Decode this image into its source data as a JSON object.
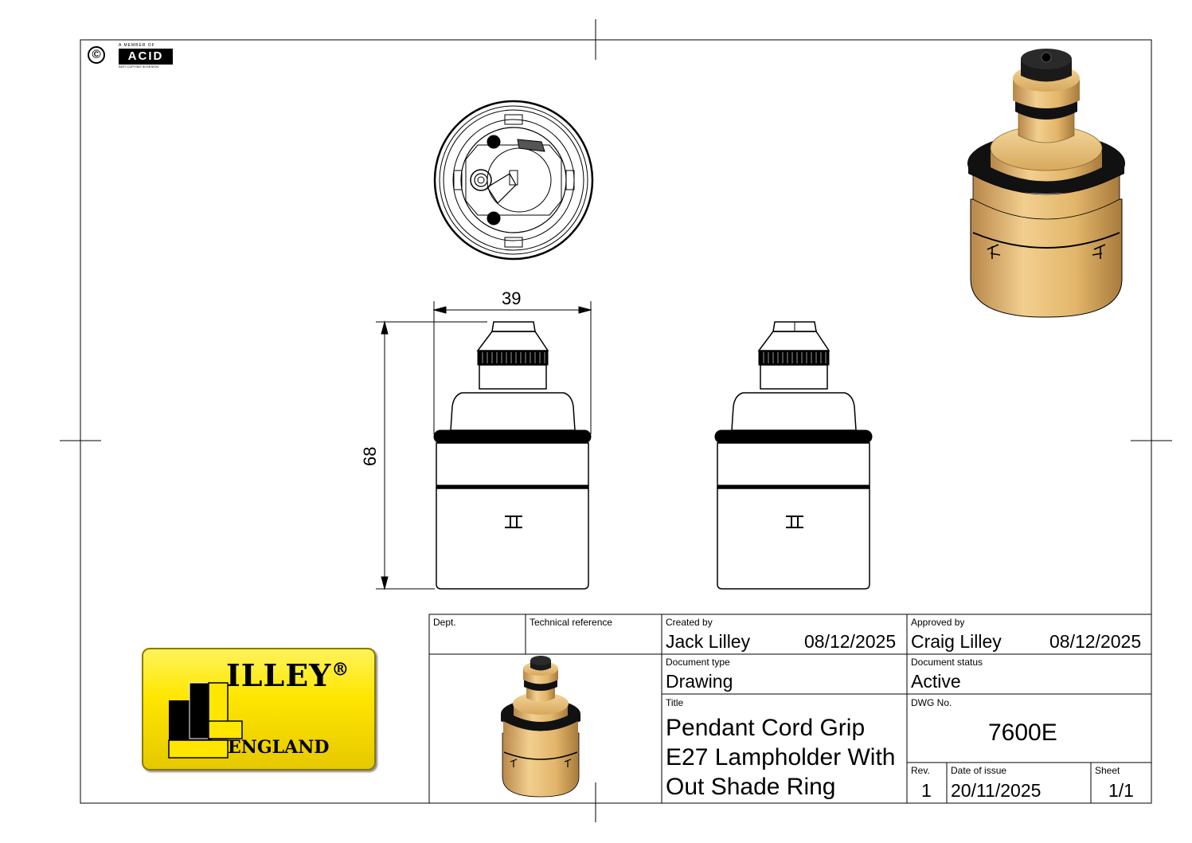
{
  "header": {
    "copyright_symbol": "©",
    "acid_small_top": "A MEMBER OF",
    "acid_logo_text": "ACID",
    "acid_small_bottom": "ANTI COPYING IN DESIGN"
  },
  "dimensions": {
    "width": "39",
    "height": "68"
  },
  "brand": {
    "name": "ILLEY",
    "registered": "®",
    "subtitle": "ENGLAND",
    "colors": {
      "yellow": "#ffe600",
      "black": "#000000"
    }
  },
  "title_block": {
    "dept_label": "Dept.",
    "dept_value": "",
    "tech_ref_label": "Technical reference",
    "tech_ref_value": "",
    "created_by_label": "Created by",
    "created_by_name": "Jack Lilley",
    "created_by_date": "08/12/2025",
    "approved_by_label": "Approved by",
    "approved_by_name": "Craig Lilley",
    "approved_by_date": "08/12/2025",
    "doc_type_label": "Document type",
    "doc_type_value": "Drawing",
    "doc_status_label": "Document status",
    "doc_status_value": "Active",
    "title_label": "Title",
    "title_value": "Pendant Cord Grip\nE27 Lampholder With\nOut Shade Ring",
    "dwg_no_label": "DWG No.",
    "dwg_no_value": "7600E",
    "rev_label": "Rev.",
    "rev_value": "1",
    "date_issue_label": "Date of issue",
    "date_issue_value": "20/11/2025",
    "sheet_label": "Sheet",
    "sheet_value": "1/1"
  },
  "render_colors": {
    "brass": "#e2b56a",
    "brass_dark": "#b8874a",
    "brass_light": "#f2cf8f",
    "ring": "#111111"
  }
}
